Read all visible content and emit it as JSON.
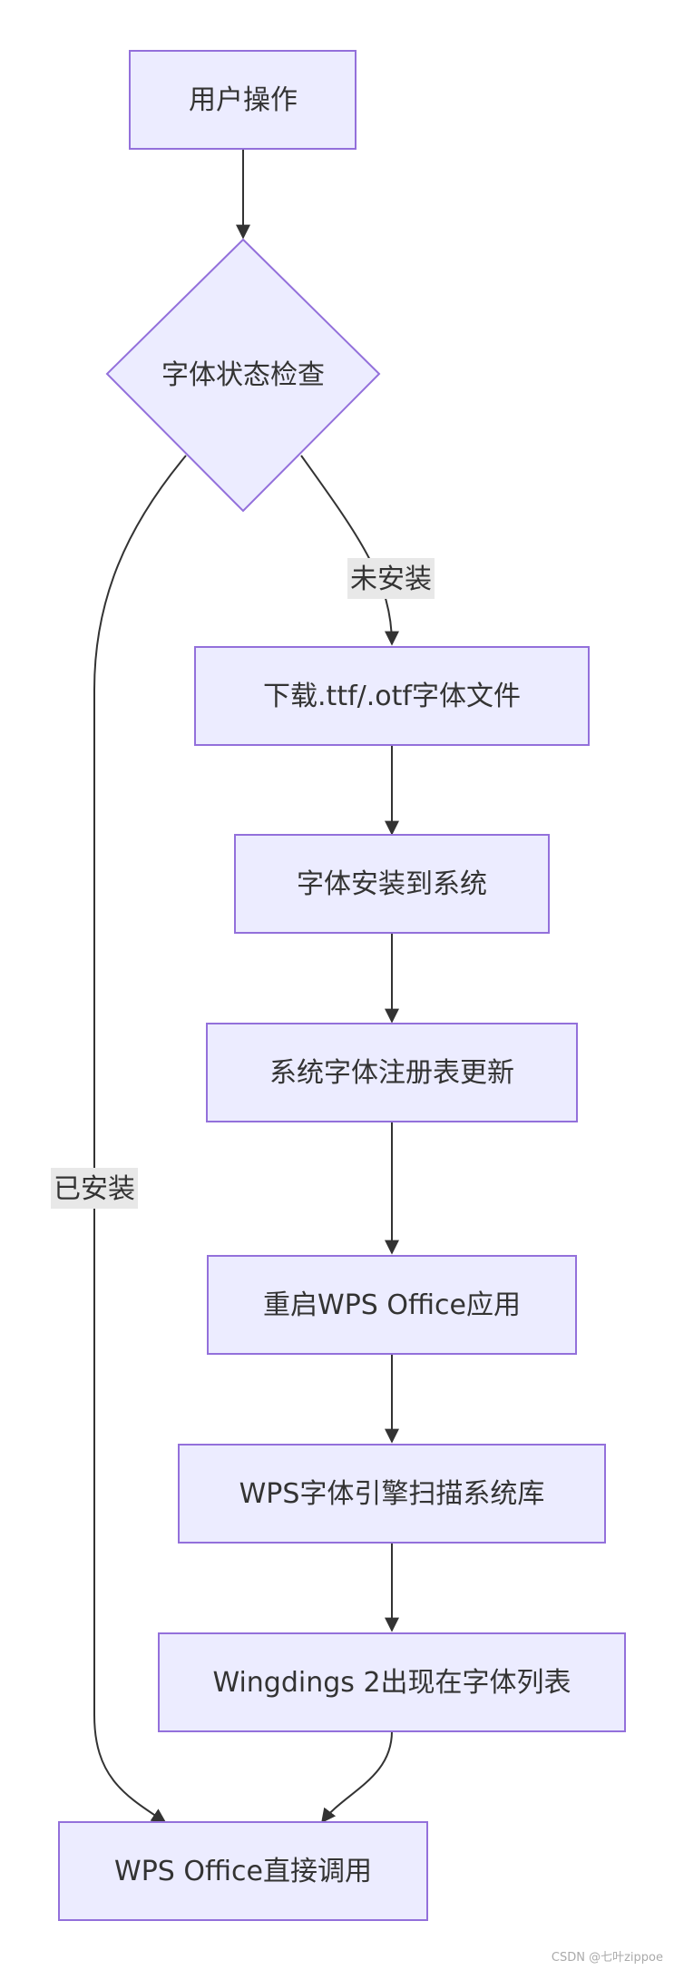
{
  "diagram": {
    "type": "flowchart",
    "colors": {
      "node_fill": "#ECECFF",
      "node_stroke": "#9370DB",
      "edge": "#333333",
      "label_bg": "#E8E8E8",
      "text": "#333333"
    },
    "nodes": {
      "user_action": "用户操作",
      "font_check": "字体状态检查",
      "download": "下载.ttf/.otf字体文件",
      "install": "字体安装到系统",
      "registry": "系统字体注册表更新",
      "restart": "重启WPS Office应用",
      "scan": "WPS字体引擎扫描系统库",
      "appear": "Wingdings 2出现在字体列表",
      "direct_use": "WPS Office直接调用"
    },
    "edge_labels": {
      "not_installed": "未安装",
      "installed": "已安装"
    },
    "edges": [
      {
        "from": "user_action",
        "to": "font_check"
      },
      {
        "from": "font_check",
        "to": "download",
        "label": "not_installed"
      },
      {
        "from": "font_check",
        "to": "direct_use",
        "label": "installed"
      },
      {
        "from": "download",
        "to": "install"
      },
      {
        "from": "install",
        "to": "registry"
      },
      {
        "from": "registry",
        "to": "restart"
      },
      {
        "from": "restart",
        "to": "scan"
      },
      {
        "from": "scan",
        "to": "appear"
      },
      {
        "from": "appear",
        "to": "direct_use"
      }
    ]
  },
  "watermark": "CSDN @七叶zippoe"
}
